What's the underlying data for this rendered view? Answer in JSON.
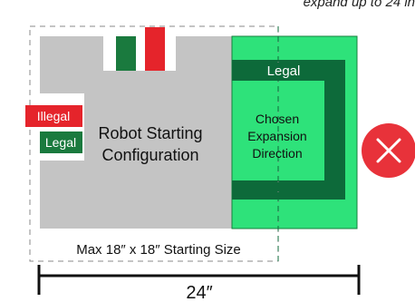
{
  "caption": "expand up to 24 in",
  "robot": {
    "title_line1": "Robot Starting",
    "title_line2": "Configuration",
    "max_size_label": "Max 18″ x 18″ Starting Size"
  },
  "expansion": {
    "legal_label": "Legal",
    "chosen_line1": "Chosen",
    "chosen_line2": "Expansion",
    "chosen_line3": "Direction"
  },
  "side_tags": {
    "illegal": "Illegal",
    "legal": "Legal"
  },
  "dimension": {
    "label": "24″"
  },
  "colors": {
    "robot_gray": "#c4c4c4",
    "expansion_green": "#2ee27a",
    "dark_green": "#0d6a3a",
    "illegal_red": "#e5242b",
    "legal_green": "#1a7a3e",
    "x_icon_red": "#e8323a"
  }
}
